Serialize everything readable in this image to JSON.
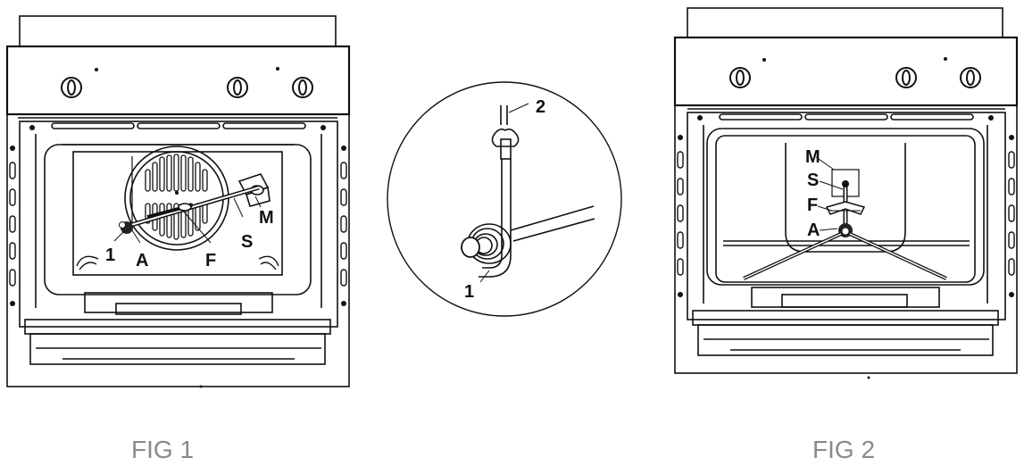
{
  "figures": [
    {
      "id": "fig1",
      "caption": "FIG 1",
      "labels": {
        "one": "1",
        "a": "A",
        "f": "F",
        "s": "S",
        "m": "M"
      }
    },
    {
      "id": "detail",
      "labels": {
        "one": "1",
        "two": "2"
      }
    },
    {
      "id": "fig2",
      "caption": "FIG 2",
      "labels": {
        "m": "M",
        "s": "S",
        "f": "F",
        "a": "A"
      }
    }
  ]
}
